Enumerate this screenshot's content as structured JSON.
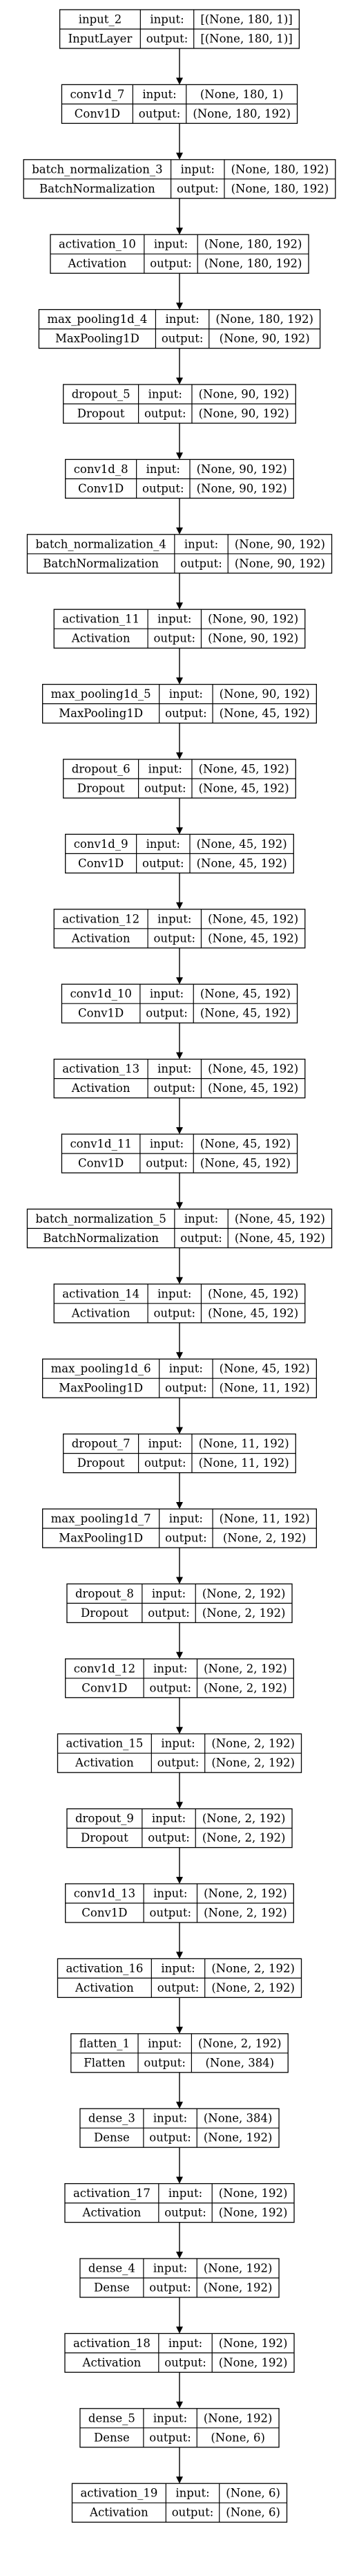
{
  "layers": [
    {
      "name": "input_2",
      "type": "InputLayer",
      "input": "[(None, 180, 1)]",
      "output": "[(None, 180, 1)]"
    },
    {
      "name": "conv1d_7",
      "type": "Conv1D",
      "input": "(None, 180, 1)",
      "output": "(None, 180, 192)"
    },
    {
      "name": "batch_normalization_3",
      "type": "BatchNormalization",
      "input": "(None, 180, 192)",
      "output": "(None, 180, 192)"
    },
    {
      "name": "activation_10",
      "type": "Activation",
      "input": "(None, 180, 192)",
      "output": "(None, 180, 192)"
    },
    {
      "name": "max_pooling1d_4",
      "type": "MaxPooling1D",
      "input": "(None, 180, 192)",
      "output": "(None, 90, 192)"
    },
    {
      "name": "dropout_5",
      "type": "Dropout",
      "input": "(None, 90, 192)",
      "output": "(None, 90, 192)"
    },
    {
      "name": "conv1d_8",
      "type": "Conv1D",
      "input": "(None, 90, 192)",
      "output": "(None, 90, 192)"
    },
    {
      "name": "batch_normalization_4",
      "type": "BatchNormalization",
      "input": "(None, 90, 192)",
      "output": "(None, 90, 192)"
    },
    {
      "name": "activation_11",
      "type": "Activation",
      "input": "(None, 90, 192)",
      "output": "(None, 90, 192)"
    },
    {
      "name": "max_pooling1d_5",
      "type": "MaxPooling1D",
      "input": "(None, 90, 192)",
      "output": "(None, 45, 192)"
    },
    {
      "name": "dropout_6",
      "type": "Dropout",
      "input": "(None, 45, 192)",
      "output": "(None, 45, 192)"
    },
    {
      "name": "conv1d_9",
      "type": "Conv1D",
      "input": "(None, 45, 192)",
      "output": "(None, 45, 192)"
    },
    {
      "name": "activation_12",
      "type": "Activation",
      "input": "(None, 45, 192)",
      "output": "(None, 45, 192)"
    },
    {
      "name": "conv1d_10",
      "type": "Conv1D",
      "input": "(None, 45, 192)",
      "output": "(None, 45, 192)"
    },
    {
      "name": "activation_13",
      "type": "Activation",
      "input": "(None, 45, 192)",
      "output": "(None, 45, 192)"
    },
    {
      "name": "conv1d_11",
      "type": "Conv1D",
      "input": "(None, 45, 192)",
      "output": "(None, 45, 192)"
    },
    {
      "name": "batch_normalization_5",
      "type": "BatchNormalization",
      "input": "(None, 45, 192)",
      "output": "(None, 45, 192)"
    },
    {
      "name": "activation_14",
      "type": "Activation",
      "input": "(None, 45, 192)",
      "output": "(None, 45, 192)"
    },
    {
      "name": "max_pooling1d_6",
      "type": "MaxPooling1D",
      "input": "(None, 45, 192)",
      "output": "(None, 11, 192)"
    },
    {
      "name": "dropout_7",
      "type": "Dropout",
      "input": "(None, 11, 192)",
      "output": "(None, 11, 192)"
    },
    {
      "name": "max_pooling1d_7",
      "type": "MaxPooling1D",
      "input": "(None, 11, 192)",
      "output": "(None, 2, 192)"
    },
    {
      "name": "dropout_8",
      "type": "Dropout",
      "input": "(None, 2, 192)",
      "output": "(None, 2, 192)"
    },
    {
      "name": "conv1d_12",
      "type": "Conv1D",
      "input": "(None, 2, 192)",
      "output": "(None, 2, 192)"
    },
    {
      "name": "activation_15",
      "type": "Activation",
      "input": "(None, 2, 192)",
      "output": "(None, 2, 192)"
    },
    {
      "name": "dropout_9",
      "type": "Dropout",
      "input": "(None, 2, 192)",
      "output": "(None, 2, 192)"
    },
    {
      "name": "conv1d_13",
      "type": "Conv1D",
      "input": "(None, 2, 192)",
      "output": "(None, 2, 192)"
    },
    {
      "name": "activation_16",
      "type": "Activation",
      "input": "(None, 2, 192)",
      "output": "(None, 2, 192)"
    },
    {
      "name": "flatten_1",
      "type": "Flatten",
      "input": "(None, 2, 192)",
      "output": "(None, 384)"
    },
    {
      "name": "dense_3",
      "type": "Dense",
      "input": "(None, 384)",
      "output": "(None, 192)"
    },
    {
      "name": "activation_17",
      "type": "Activation",
      "input": "(None, 192)",
      "output": "(None, 192)"
    },
    {
      "name": "dense_4",
      "type": "Dense",
      "input": "(None, 192)",
      "output": "(None, 192)"
    },
    {
      "name": "activation_18",
      "type": "Activation",
      "input": "(None, 192)",
      "output": "(None, 192)"
    },
    {
      "name": "dense_5",
      "type": "Dense",
      "input": "(None, 192)",
      "output": "(None, 6)"
    },
    {
      "name": "activation_19",
      "type": "Activation",
      "input": "(None, 6)",
      "output": "(None, 6)"
    }
  ],
  "port_labels": {
    "input": "input:",
    "output": "output:"
  },
  "colors": {
    "stroke": "#000000",
    "background": "#ffffff",
    "text": "#000000"
  }
}
